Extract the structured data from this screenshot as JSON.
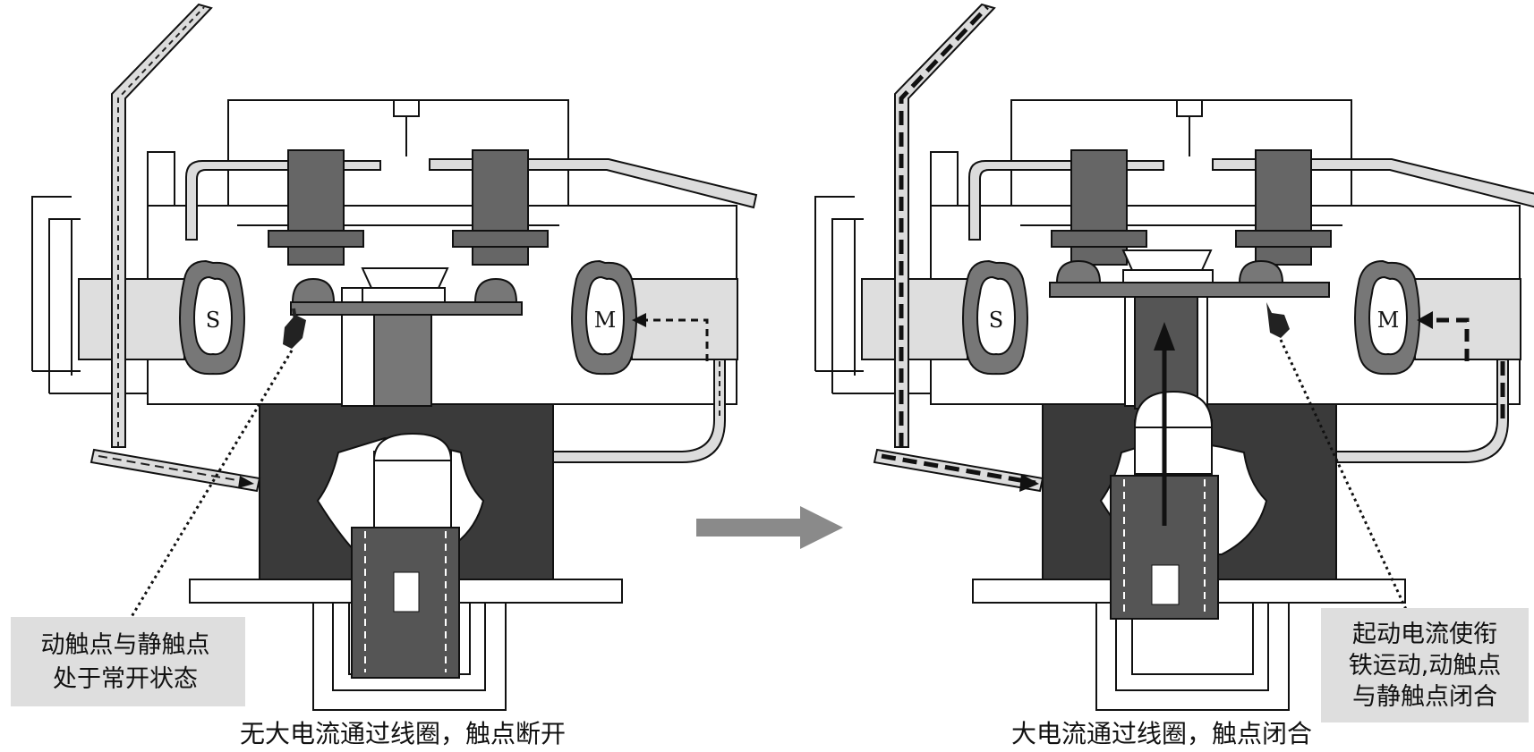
{
  "left_panel": {
    "caption": "无大电流通过线圈，触点断开",
    "note_line1": "动触点与静触点",
    "note_line2": "处于常开状态",
    "coil_s": "S",
    "coil_m": "M"
  },
  "right_panel": {
    "caption": "大电流通过线圈，触点闭合",
    "note_line1": "起动电流使衔",
    "note_line2": "铁运动,动触点",
    "note_line3": "与静触点闭合",
    "coil_s": "S",
    "coil_m": "M"
  },
  "colors": {
    "dark_block": "#3a3a3a",
    "mid_gray": "#777777",
    "light_gray": "#dedede",
    "arrow_gray": "#8a8a8a"
  }
}
